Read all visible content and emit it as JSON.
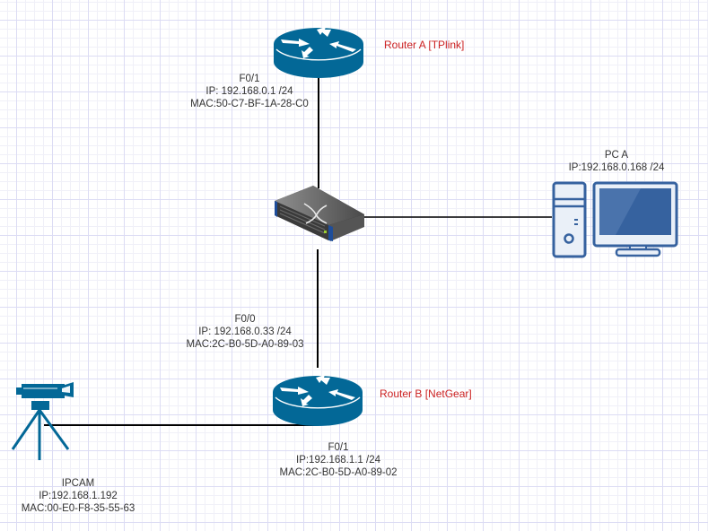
{
  "colors": {
    "router_blue": "#036897",
    "device_label_red": "#cc2222",
    "pc_blue": "#36629f",
    "link_black": "#000000"
  },
  "nodes": {
    "router_a": {
      "name": "Router A [TPlink]",
      "interface": "F0/1",
      "ip": "IP: 192.168.0.1 /24",
      "mac": "MAC:50-C7-BF-1A-28-C0",
      "icon": "router-icon"
    },
    "switch": {
      "icon": "switch-icon"
    },
    "pc_a": {
      "name": "PC A",
      "ip": "IP:192.168.0.168 /24",
      "icon": "desktop-pc-icon"
    },
    "router_b": {
      "name": "Router B [NetGear]",
      "wan_interface": "F0/0",
      "wan_ip": "IP: 192.168.0.33 /24",
      "wan_mac": "MAC:2C-B0-5D-A0-89-03",
      "lan_interface": "F0/1",
      "lan_ip": "IP:192.168.1.1 /24",
      "lan_mac": "MAC:2C-B0-5D-A0-89-02",
      "icon": "router-icon"
    },
    "ipcam": {
      "name": "IPCAM",
      "ip": "IP:192.168.1.192",
      "mac": "MAC:00-E0-F8-35-55-63",
      "icon": "video-camera-icon"
    }
  },
  "links": [
    {
      "from": "router_a",
      "to": "switch"
    },
    {
      "from": "switch",
      "to": "pc_a"
    },
    {
      "from": "switch",
      "to": "router_b"
    },
    {
      "from": "router_b",
      "to": "ipcam"
    }
  ]
}
